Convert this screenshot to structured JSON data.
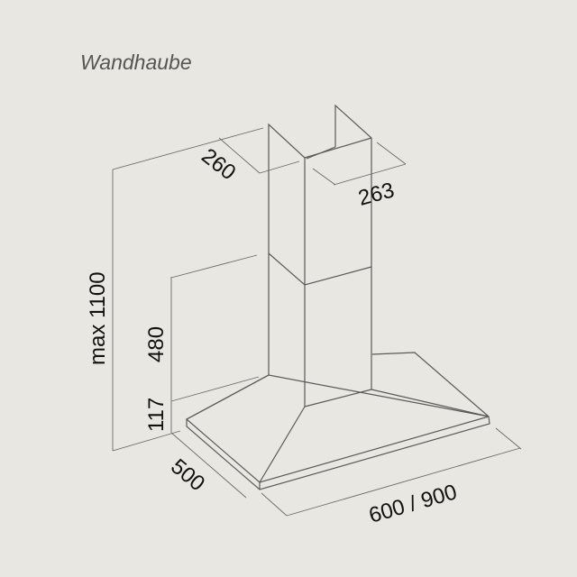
{
  "title": "Wandhaube",
  "dimensions": {
    "chimney_depth": "260",
    "chimney_width": "263",
    "max_height": "max 1100",
    "hood_height_upper": "480",
    "hood_base_height": "117",
    "hood_depth": "500",
    "hood_width": "600 / 900"
  },
  "colors": {
    "background": "#e9e7e1",
    "lines": "#5a5a5a"
  }
}
